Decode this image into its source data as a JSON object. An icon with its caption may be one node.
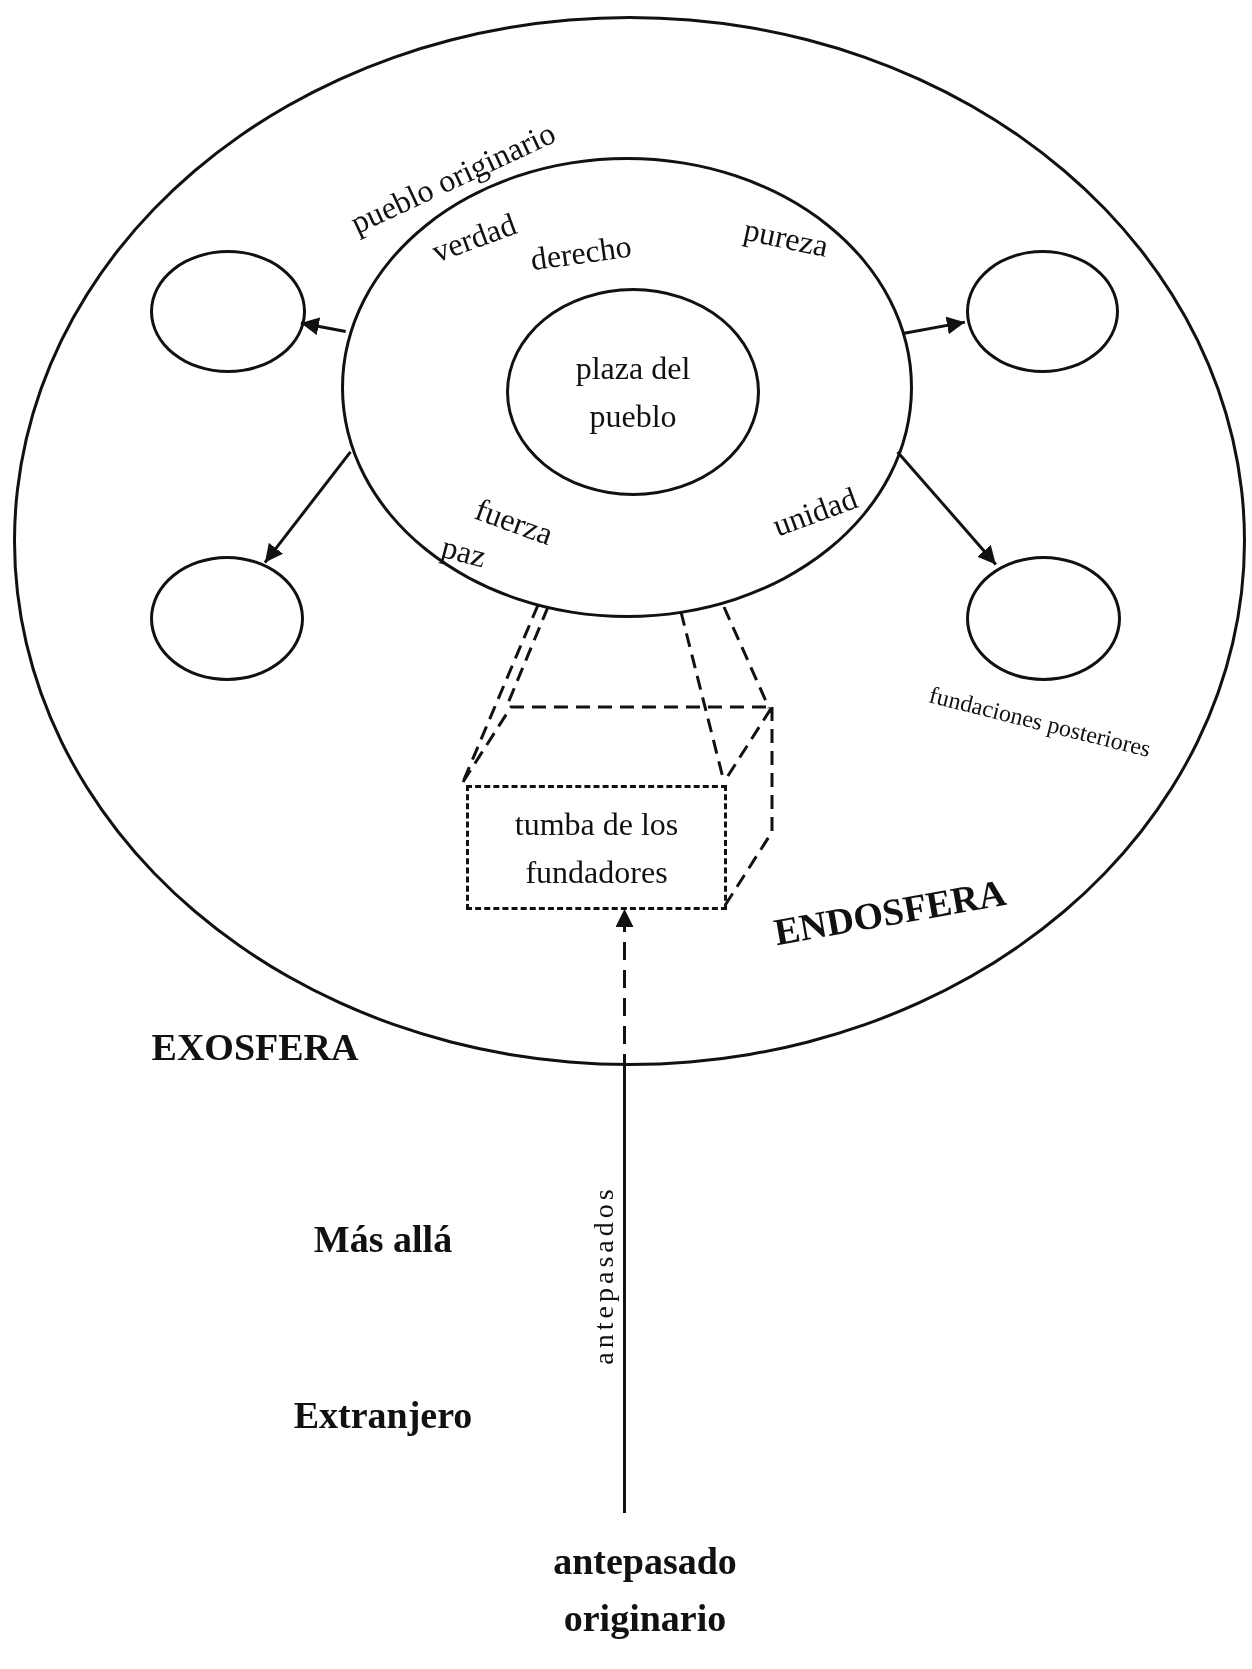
{
  "diagram": {
    "nodes": [
      {
        "text": [
          "ENDOSFERA"
        ]
      },
      {
        "text": [
          "pueblo originario",
          "verdad",
          "derecho",
          "pureza",
          "fuerza",
          "paz",
          "unidad"
        ],
        "in": 0
      },
      {
        "text": [
          "plaza del pueblo"
        ],
        "in": 1
      },
      {
        "text": [],
        "shape": "circle",
        "in": 0
      },
      {
        "text": [],
        "shape": "circle",
        "in": 0
      },
      {
        "text": [],
        "shape": "circle",
        "in": 0
      },
      {
        "text": [],
        "shape": "circle",
        "in": 0
      },
      {
        "text": [
          "tumba de los fundadores"
        ],
        "in": 0
      },
      {
        "text": [
          "antepasado originario"
        ]
      }
    ],
    "edges": [
      {
        "from": 1,
        "to": 3,
        "arrow": "to"
      },
      {
        "from": 1,
        "to": 4,
        "arrow": "to"
      },
      {
        "from": 1,
        "to": 5,
        "arrow": "to"
      },
      {
        "from": 1,
        "to": 6,
        "arrow": "to"
      },
      {
        "from": 8,
        "to": 7,
        "arrow": "to",
        "label": "antepasados",
        "style": "dashed"
      }
    ],
    "labels": [
      "fundaciones posteriores",
      "EXOSFERA",
      "Más allá",
      "Extranjero"
    ]
  }
}
